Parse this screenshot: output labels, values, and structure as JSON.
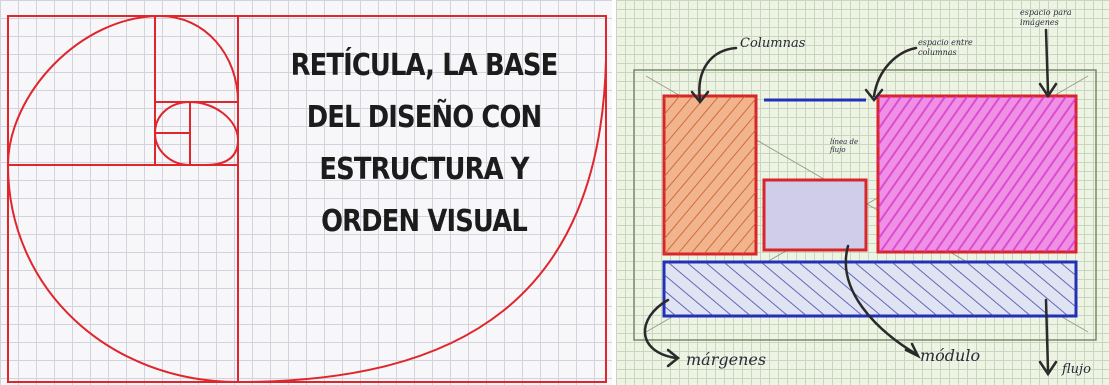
{
  "left_panel": {
    "title_lines": [
      "RETÍCULA, LA BASE",
      "DEL DISEÑO CON",
      "ESTRUCTURA Y",
      "ORDEN VISUAL"
    ],
    "line_color": "#e0262d"
  },
  "right_panel": {
    "labels": {
      "columnas": "Columnas",
      "espacio_columnas": "espacio entre columnas",
      "espacio_imagenes": "espacio para imágenes",
      "linea_de_flujo": "línea de flujo",
      "margenes": "márgenes",
      "modulo": "módulo",
      "flechas": "flujo"
    },
    "colors": {
      "red": "#d8242a",
      "blue": "#2230b8",
      "magenta": "#e54ad6",
      "orange": "#d26f3b",
      "grid": "#c6d8bf"
    }
  }
}
